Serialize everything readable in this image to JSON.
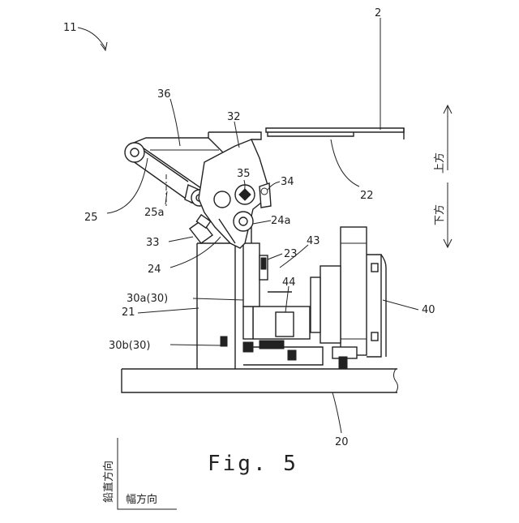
{
  "figure": {
    "caption": "Fig. 5",
    "labels": {
      "l11": "11",
      "l2": "2",
      "l36": "36",
      "l32": "32",
      "l35": "35",
      "l34": "34",
      "l22": "22",
      "l25": "25",
      "l25a": "25a",
      "l24a": "24a",
      "l33": "33",
      "l43": "43",
      "l23": "23",
      "l24": "24",
      "l44": "44",
      "l30a": "30a(30)",
      "l21": "21",
      "l40": "40",
      "l30b": "30b(30)",
      "l20": "20"
    },
    "directions": {
      "up": "上方",
      "down": "下方",
      "vertical": "鉛直方向",
      "width": "幅方向"
    }
  }
}
